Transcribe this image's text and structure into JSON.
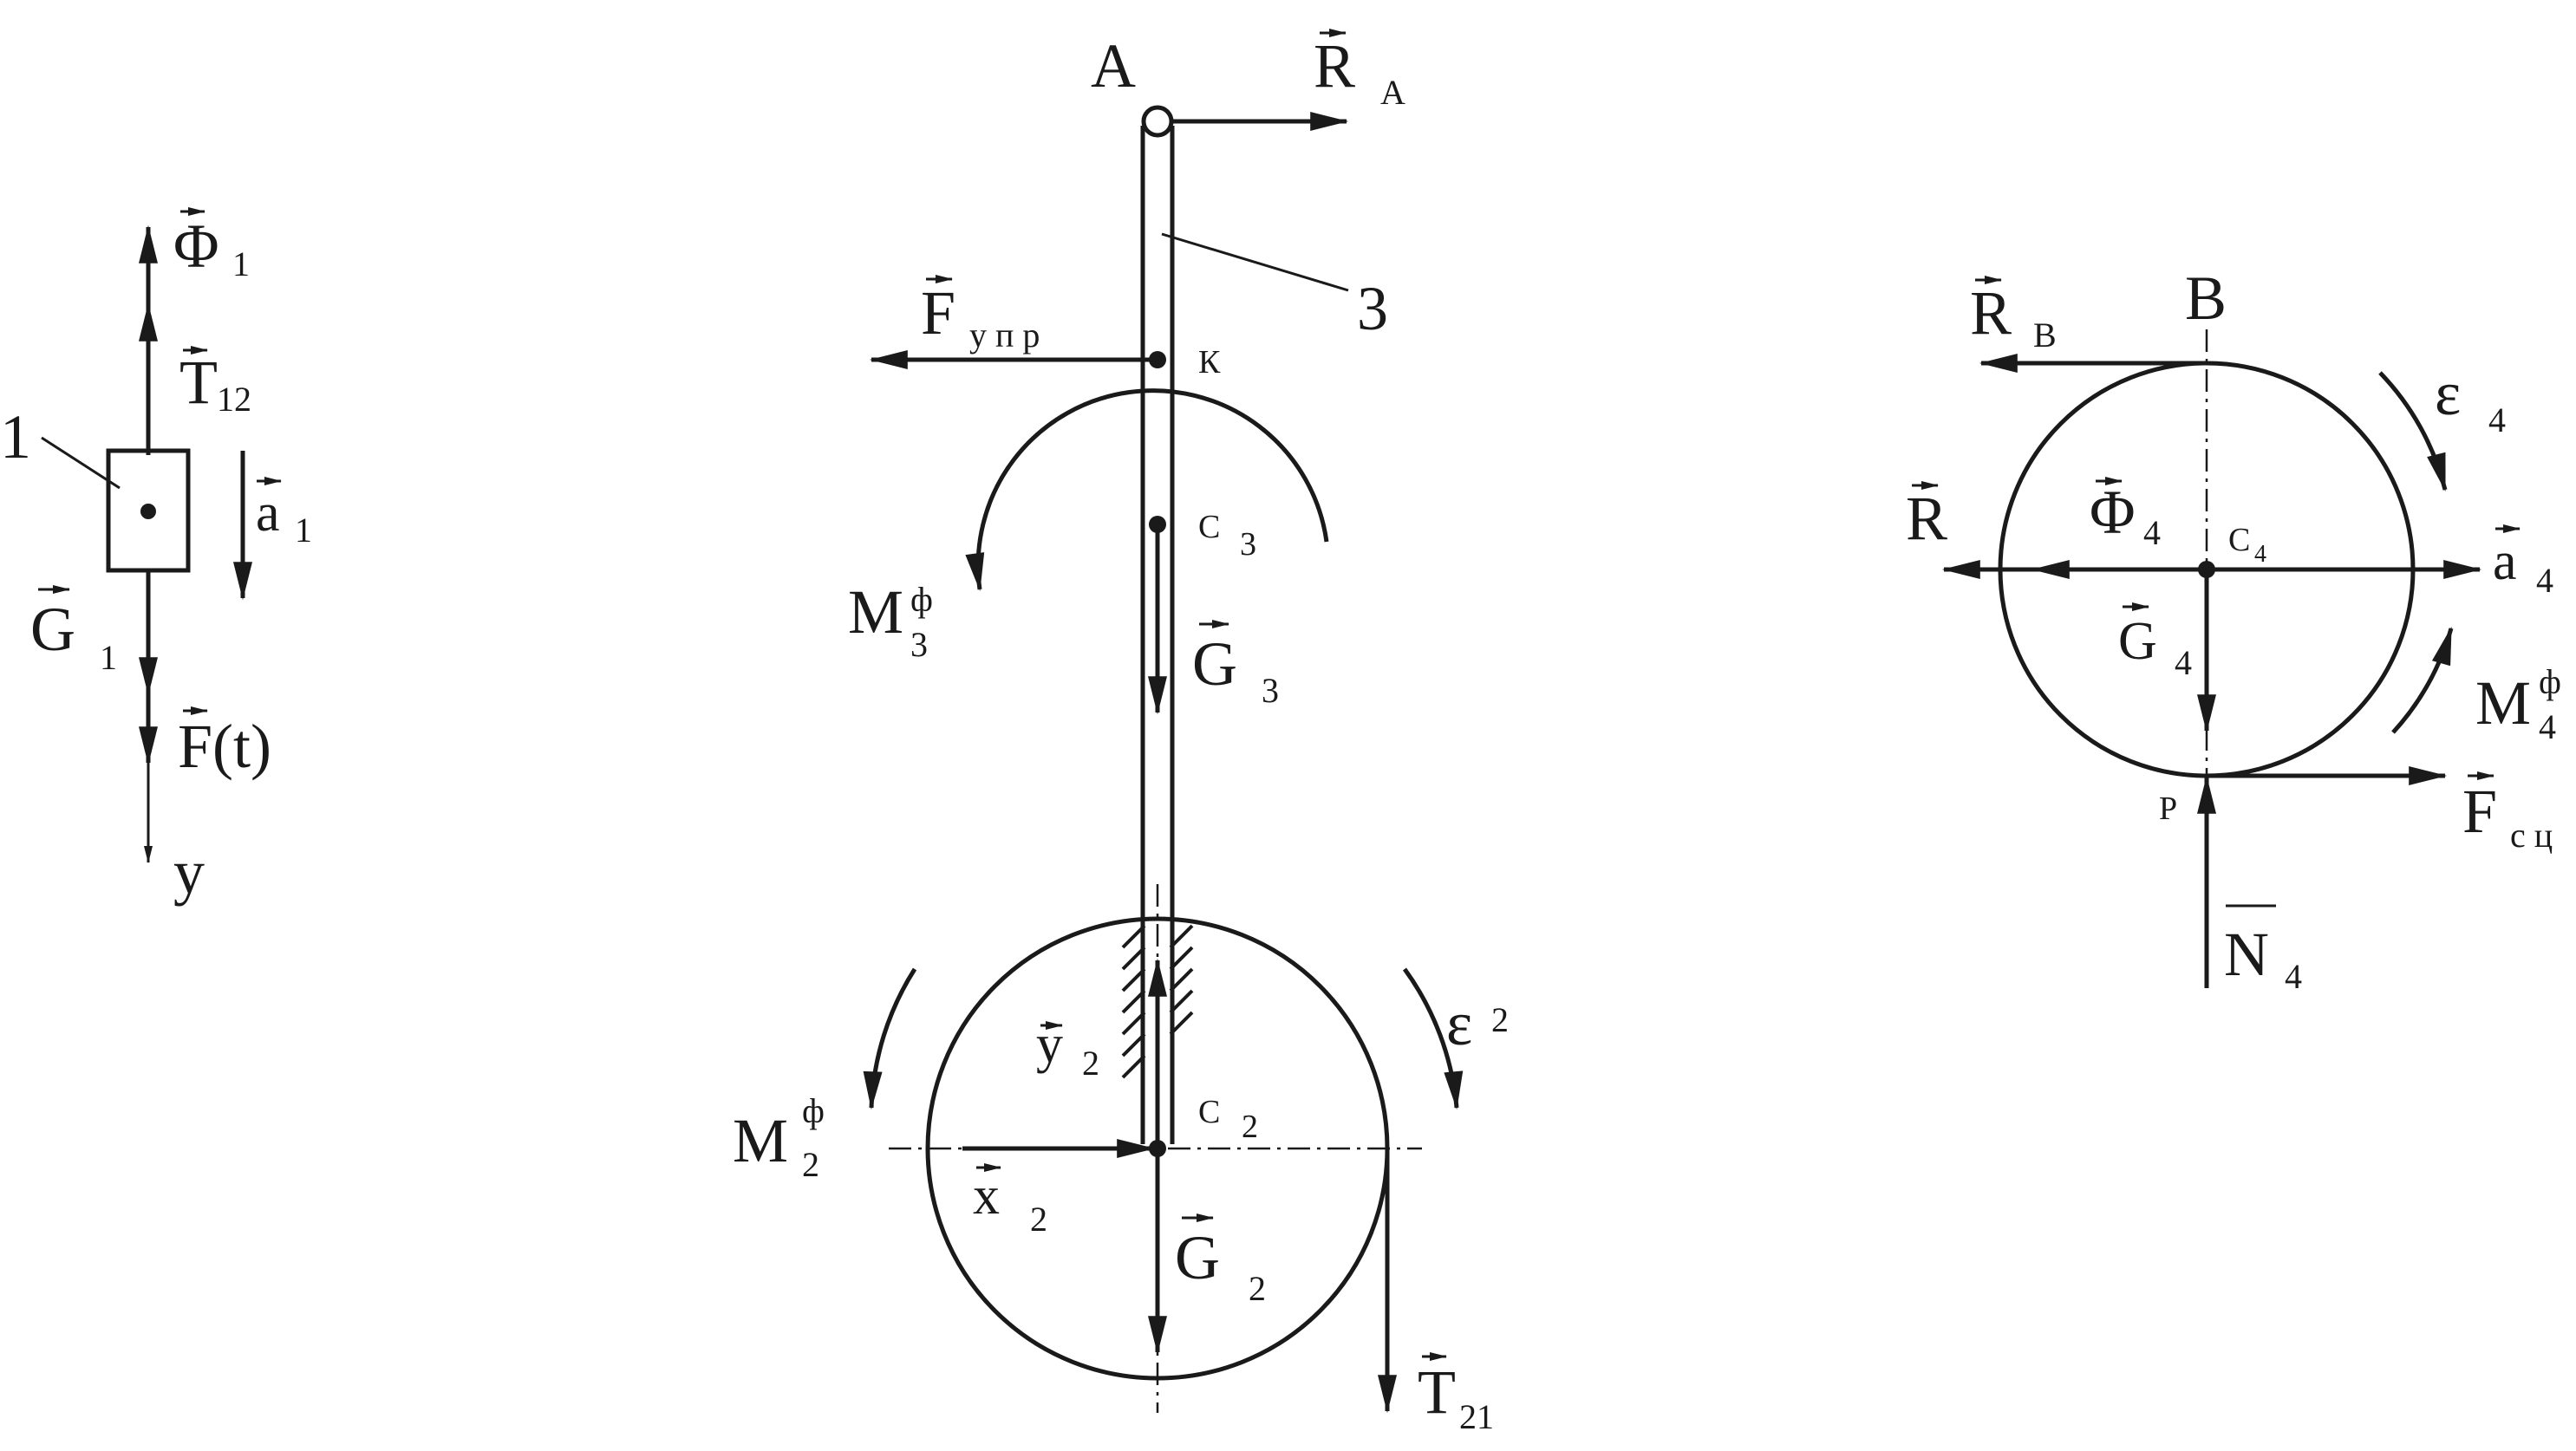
{
  "colors": {
    "ink": "#1a1a1a",
    "background": "#ffffff"
  },
  "body1": {
    "label_number": "1",
    "phi1": {
      "main": "Φ",
      "sub": "1"
    },
    "t12": {
      "main": "T",
      "sub": "12"
    },
    "a1": {
      "main": "a",
      "sub": "1"
    },
    "g1": {
      "main": "G",
      "sub": "1"
    },
    "ft": {
      "main": "F(t)"
    },
    "y": "y"
  },
  "body3": {
    "point_a": "A",
    "ra": {
      "main": "R",
      "sub": "A"
    },
    "label_number": "3",
    "fupr": {
      "main": "F",
      "sub": "у п р"
    },
    "point_k": "К",
    "c3": {
      "main": "C",
      "sub": "3"
    },
    "m3": {
      "main": "M",
      "sup": "ф",
      "sub": "3"
    },
    "g3": {
      "main": "G",
      "sub": "3"
    }
  },
  "body2": {
    "eps2": {
      "main": "ε",
      "sub": "2"
    },
    "m2": {
      "main": "M",
      "sup": "ф",
      "sub": "2"
    },
    "y2": {
      "main": "y",
      "sub": "2"
    },
    "c2": {
      "main": "C",
      "sub": "2"
    },
    "x2": {
      "main": "x",
      "sub": "2"
    },
    "g2": {
      "main": "G",
      "sub": "2"
    },
    "t21": {
      "main": "T",
      "sub": "21"
    }
  },
  "body4": {
    "point_b": "B",
    "rb": {
      "main": "R",
      "sub": "B"
    },
    "eps4": {
      "main": "ε",
      "sub": "4"
    },
    "r": {
      "main": "R"
    },
    "phi4": {
      "main": "Φ",
      "sub": "4"
    },
    "c4": {
      "main": "C",
      "sub": "4"
    },
    "a4": {
      "main": "a",
      "sub": "4"
    },
    "g4": {
      "main": "G",
      "sub": "4"
    },
    "m4": {
      "main": "M",
      "sup": "ф",
      "sub": "4"
    },
    "point_p": "P",
    "fsc": {
      "main": "F",
      "sub": "с ц"
    },
    "n4": {
      "main": "N",
      "sub": "4"
    }
  }
}
